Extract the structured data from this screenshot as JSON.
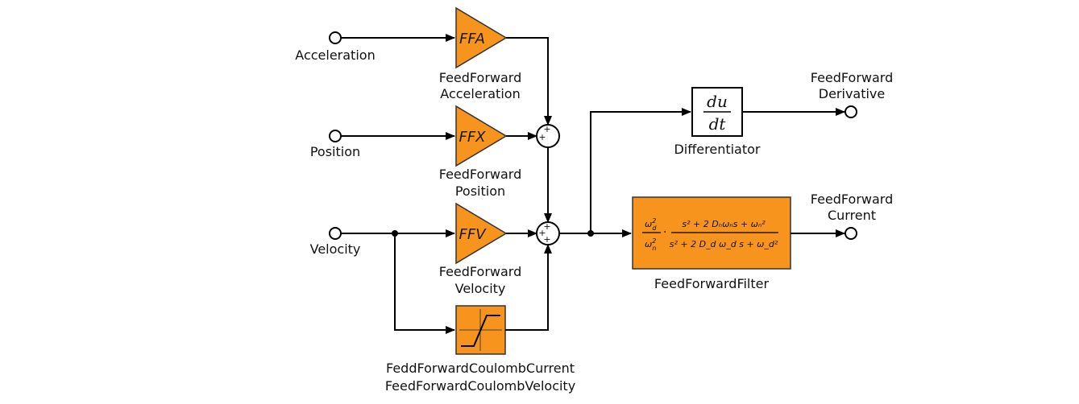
{
  "colors": {
    "block_fill": "#F7941D",
    "block_stroke": "#333333",
    "wire": "#000000"
  },
  "inputs": {
    "acceleration": "Acceleration",
    "position": "Position",
    "velocity": "Velocity"
  },
  "gains": {
    "ffa": {
      "symbol": "FFA",
      "label_line1": "FeedForward",
      "label_line2": "Acceleration"
    },
    "ffx": {
      "symbol": "FFX",
      "label_line1": "FeedForward",
      "label_line2": "Position"
    },
    "ffv": {
      "symbol": "FFV",
      "label_line1": "FeedForward",
      "label_line2": "Velocity"
    }
  },
  "saturation": {
    "label_line1": "FeddForwardCoulombCurrent",
    "label_line2": "FeedForwardCoulombVelocity"
  },
  "differentiator": {
    "numerator": "du",
    "denominator": "dt",
    "label": "Differentiator"
  },
  "filter": {
    "label": "FeedForwardFilter",
    "frac1_num": "ω",
    "frac1_num_sup": "2",
    "frac1_num_sub": "d",
    "frac1_den": "ω",
    "frac1_den_sup": "2",
    "frac1_den_sub": "n",
    "dot": "·",
    "num_expr": "s² + 2 Dₙωₙs + ωₙ²",
    "den_expr": "s² + 2 D_d ω_d s + ω_d²"
  },
  "sum_signs": {
    "plus": "+"
  },
  "outputs": {
    "derivative": {
      "line1": "FeedForward",
      "line2": "Derivative"
    },
    "current": {
      "line1": "FeedForward",
      "line2": "Current"
    }
  }
}
